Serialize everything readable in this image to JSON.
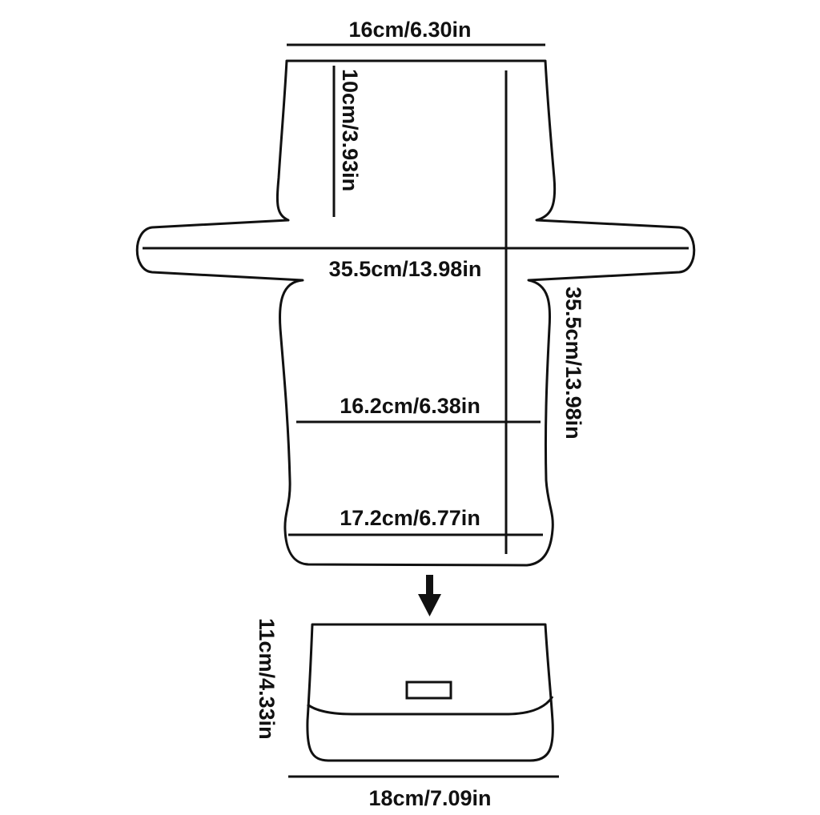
{
  "pattern": {
    "top_width": "16cm/6.30in",
    "neck_height": "10cm/3.93in",
    "wingspan": "35.5cm/13.98in",
    "total_length": "35.5cm/13.98in",
    "waist_width": "16.2cm/6.38in",
    "bottom_width": "17.2cm/6.77in"
  },
  "folded": {
    "height": "11cm/4.33in",
    "width": "18cm/7.09in"
  },
  "arrow_icon": "down-arrow-icon"
}
